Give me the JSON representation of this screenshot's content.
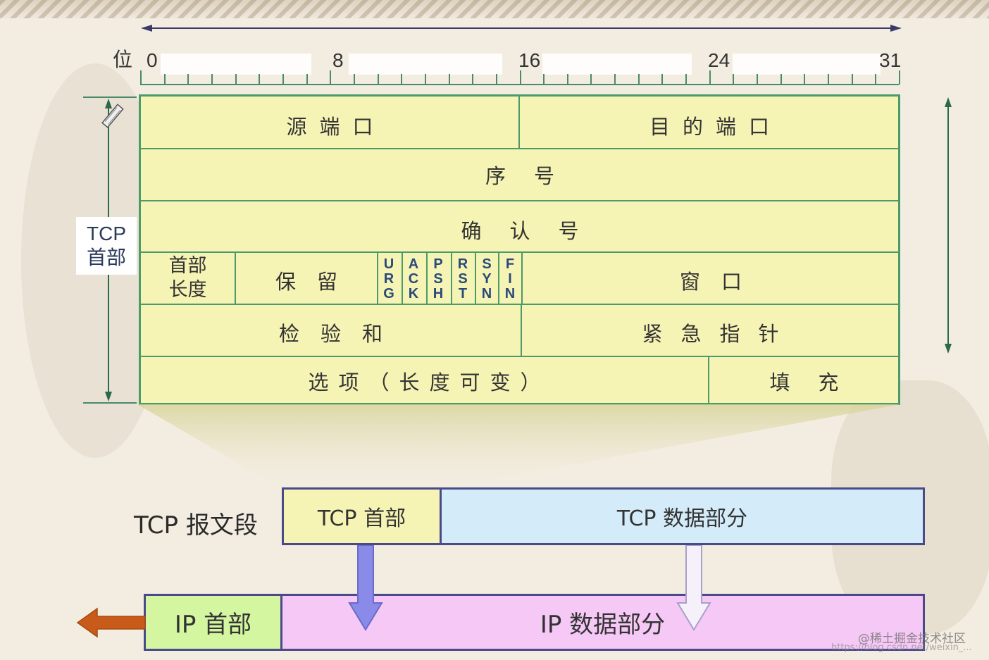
{
  "bit_ruler": {
    "label": "位",
    "marks": [
      "0",
      "8",
      "16",
      "24",
      "31"
    ]
  },
  "side_label": [
    "TCP",
    "首部"
  ],
  "header": {
    "row1": {
      "left": "源端口",
      "right": "目的端口"
    },
    "row2": "序号",
    "row3": "确认号",
    "row4": {
      "data_offset": [
        "首部",
        "长度"
      ],
      "reserved": "保留",
      "flags": [
        [
          "U",
          "R",
          "G"
        ],
        [
          "A",
          "C",
          "K"
        ],
        [
          "P",
          "S",
          "H"
        ],
        [
          "R",
          "S",
          "T"
        ],
        [
          "S",
          "Y",
          "N"
        ],
        [
          "F",
          "I",
          "N"
        ]
      ],
      "window": "窗口"
    },
    "row5": {
      "left": "检验和",
      "right": "紧急指针"
    },
    "row6": {
      "left": "选项（长度可变）",
      "right": "填充"
    }
  },
  "segment": {
    "label": "TCP 报文段",
    "header": "TCP 首部",
    "data": "TCP 数据部分"
  },
  "ip_packet": {
    "header": "IP 首部",
    "data": "IP 数据部分"
  },
  "watermark": [
    "@稀土掘金技术社区",
    "https://blog.csdn.net/weixin_..."
  ],
  "colors": {
    "yellow": "#f6f4b4",
    "grid": "#4a9a6a",
    "blue_data": "#d4ecfa",
    "green_ip": "#d4f6a0",
    "pink_ip": "#f6c8f6",
    "arrow_orange": "#c85a1a",
    "arrow_blue": "#8a8ae8"
  }
}
